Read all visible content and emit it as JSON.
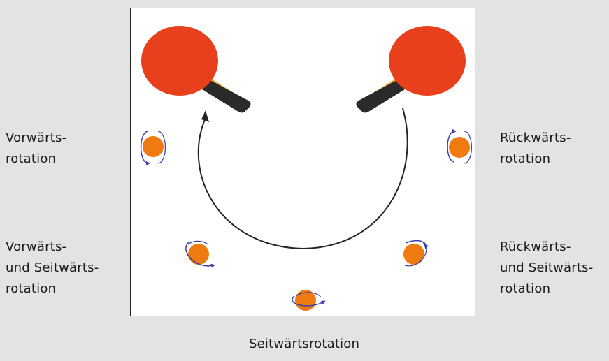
{
  "labels": {
    "forward": [
      "Vorwärts-",
      "rotation"
    ],
    "backward": [
      "Rückwärts-",
      "rotation"
    ],
    "forward_side": [
      "Vorwärts-",
      "und Seitwärts-",
      "rotation"
    ],
    "backward_side": [
      "Rückwärts-",
      "und Seitwärts-",
      "rotation"
    ],
    "side": "Seitwärtsrotation"
  },
  "colors": {
    "background": "#e3e3e3",
    "panel": "#ffffff",
    "rubber": "#e8401c",
    "handle": "#2a2a2a",
    "wood": "#f2a93a",
    "ball": "#f07a12",
    "spin_arrow": "#3b3fa8",
    "arc_arrow": "#222222"
  },
  "icons": [
    "table-tennis-paddle-icon",
    "table-tennis-ball-icon",
    "spin-arrow-icon",
    "curved-arrow-icon"
  ]
}
